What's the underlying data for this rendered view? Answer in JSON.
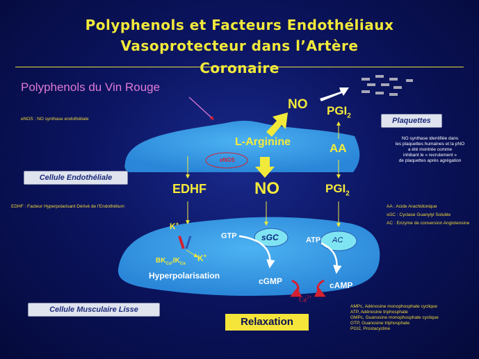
{
  "title": {
    "line1": "Polyphenols et Facteurs Endothéliaux",
    "line2": "Vasoprotecteur dans l’Artère",
    "line3": "Coronaire"
  },
  "polyphenols_label": "Polyphenols du Vin Rouge",
  "notes": {
    "enos": "eNOS : NO synthase endothéliale",
    "edhf": "EDHF : Facteur Hyperpolarisant Dérivé de l’Endothélium",
    "aa": "AA : Acide Arachidonique",
    "sgc": "sGC : Cyclase Guanylyl Soluble",
    "ac": "AC : Enzyme de conversion Angiotensine",
    "platelet": [
      "NO synthase identifiée dans",
      "les plaquettes humaines et la pNO",
      "a été montrée comme",
      "inhibant le « recrutement »",
      "de plaquettes après agrégation"
    ],
    "glossary": [
      "AMPc, Adénosine monophosphate cyclique",
      "ATP, Adénosine triphosphate",
      "GMPc, Guanosine monophosphate cyclique",
      "GTP, Guanosine triphosphate",
      "PGI2, Prostacycline"
    ]
  },
  "boxes": {
    "plaquettes": "Plaquettes",
    "endothelial": "Cellule Endothéliale",
    "smooth_muscle": "Cellule Musculaire Lisse",
    "relaxation": "Relaxation"
  },
  "diagram": {
    "l_arginine": "L-Arginine",
    "enos": "eNOS",
    "no_top": "NO",
    "pgi2_top": "PGI",
    "aa": "AA",
    "edhf": "EDHF",
    "no_mid": "NO",
    "pgi2_mid": "PGI",
    "sub2": "2",
    "k_plus": "K",
    "plus": "+",
    "bk": "BK",
    "ik": "IK",
    "ca": "Ca",
    "hyperpolarisation": "Hyperpolarisation",
    "gtp": "GTP",
    "sgc": "sGC",
    "cgmp": "cGMP",
    "atp": "ATP",
    "ac": "AC",
    "camp": "cAMP",
    "ca2": "Ca",
    "ca2_sup": "2+"
  },
  "colors": {
    "title": "#f2ea3a",
    "cell": "#3d9ee8",
    "arrow": "#f2ea3a",
    "pink": "#e07ad6",
    "red": "#d42030"
  }
}
